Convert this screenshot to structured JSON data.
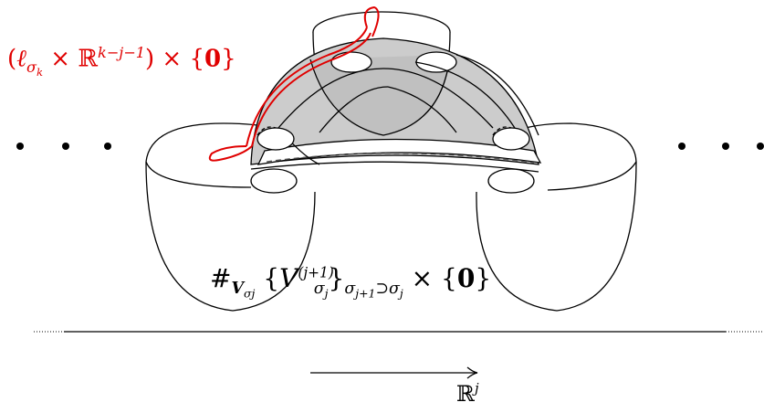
{
  "labels": {
    "red_label": {
      "open": "(",
      "ell": "ℓ",
      "sigma": "σ",
      "k": "k",
      "times": " × ",
      "R": "ℝ",
      "exp": "k−j−1",
      "close": ")",
      "times2": " × {",
      "zero": "0",
      "end": "}"
    },
    "main_label": {
      "hash": "#",
      "V": "V",
      "sigma_j": "σ",
      "j": "j",
      "brace_open": " {",
      "Vinner": "V",
      "sup": "(j+1)",
      "sigma_sub": "σ",
      "j2": "j",
      "brace_close": "}",
      "sub": "σ",
      "sub_j1": "j+1",
      "supset": "⊃σ",
      "sub_j": "j",
      "times": " × {",
      "zero": "0",
      "end": "}"
    },
    "axis_label": {
      "R": "ℝ",
      "exp": "j"
    }
  },
  "colors": {
    "accent": "#e00000",
    "fill": "#cccccc",
    "stroke": "#000000"
  }
}
